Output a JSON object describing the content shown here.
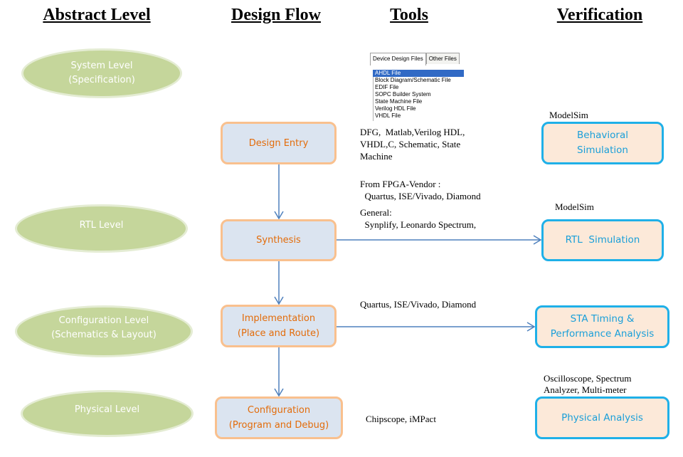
{
  "headers": {
    "abstract": "Abstract Level",
    "flow": "Design Flow",
    "tools": "Tools",
    "verification": "Verification"
  },
  "abstract_levels": [
    {
      "line1": "System Level",
      "line2": "(Specification)"
    },
    {
      "line1": "RTL Level",
      "line2": ""
    },
    {
      "line1": "Configuration Level",
      "line2": "(Schematics & Layout)"
    },
    {
      "line1": "Physical Level",
      "line2": ""
    }
  ],
  "flow_steps": [
    {
      "line1": "Design Entry",
      "line2": ""
    },
    {
      "line1": "Synthesis",
      "line2": ""
    },
    {
      "line1": "Implementation",
      "line2": "(Place and Route)"
    },
    {
      "line1": "Configuration",
      "line2": "(Program and Debug)"
    }
  ],
  "tools_dialog": {
    "tabs": [
      "Device Design Files",
      "Other Files"
    ],
    "selected": "AHDL File",
    "items": [
      "AHDL File",
      "Block Diagram/Schematic File",
      "EDIF File",
      "SOPC Builder System",
      "State Machine File",
      "Verilog HDL File",
      "VHDL File"
    ]
  },
  "tools": {
    "design_entry": "DFG,  Matlab,Verilog HDL,\nVHDL,C, Schematic, State\nMachine",
    "synthesis_vendor": "From FPGA-Vendor :\n  Quartus, ISE/Vivado, Diamond",
    "synthesis_general": "General:\n  Synplify, Leonardo Spectrum,",
    "implementation": "Quartus, ISE/Vivado, Diamond",
    "configuration": "Chipscope, iMPact"
  },
  "verification_tools": {
    "behavioral": "ModelSim",
    "rtl": "ModelSim",
    "physical": "Oscilloscope, Spectrum\nAnalyzer, Multi-meter"
  },
  "verification_steps": [
    {
      "line1": "Behavioral",
      "line2": "Simulation"
    },
    {
      "line1": "RTL  Simulation",
      "line2": ""
    },
    {
      "line1": "STA Timing &",
      "line2": "Performance Analysis"
    },
    {
      "line1": "Physical Analysis",
      "line2": ""
    }
  ],
  "colors": {
    "ellipse_fill": "#c5d69b",
    "flow_fill": "#dbe4f0",
    "flow_border": "#f9c08e",
    "flow_text": "#e36c0a",
    "verify_fill": "#fce9d9",
    "verify_border": "#1fb0e8",
    "verify_text": "#1a9fd9",
    "arrow": "#4f81bd"
  }
}
